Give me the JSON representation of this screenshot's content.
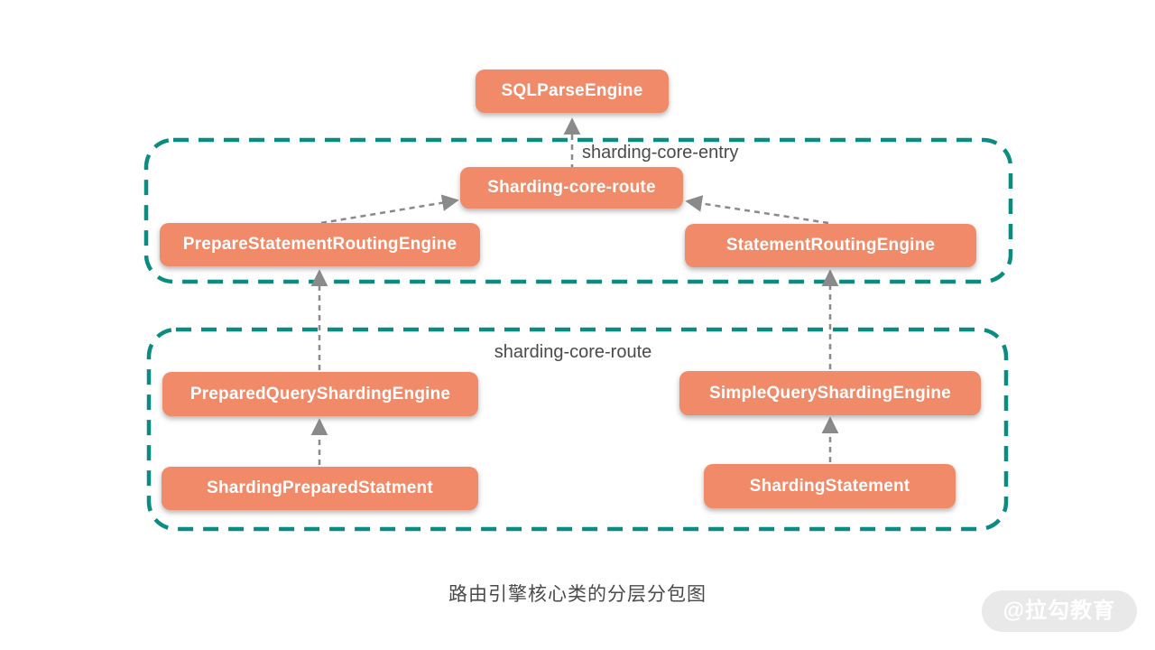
{
  "diagram": {
    "nodes": {
      "sql_parse_engine": "SQLParseEngine",
      "sharding_core_route_node": "Sharding-core-route",
      "prepare_statement_routing_engine": "PrepareStatementRoutingEngine",
      "statement_routing_engine": "StatementRoutingEngine",
      "prepared_query_sharding_engine": "PreparedQueryShardingEngine",
      "simple_query_sharding_engine": "SimpleQueryShardingEngine",
      "sharding_prepared_statment": "ShardingPreparedStatment",
      "sharding_statement": "ShardingStatement"
    },
    "containers": {
      "entry_label": "sharding-core-entry",
      "route_label": "sharding-core-route"
    },
    "caption": "路由引擎核心类的分层分包图",
    "watermark": "@拉勾教育",
    "colors": {
      "node_fill": "#F08A68",
      "container_border": "#0A8C80",
      "arrow": "#8A8A8A",
      "label_text": "#4A4A4A",
      "node_text": "#FFFFFF",
      "watermark_bg": "#E9E9E9",
      "watermark_text": "#FFFFFF"
    }
  }
}
